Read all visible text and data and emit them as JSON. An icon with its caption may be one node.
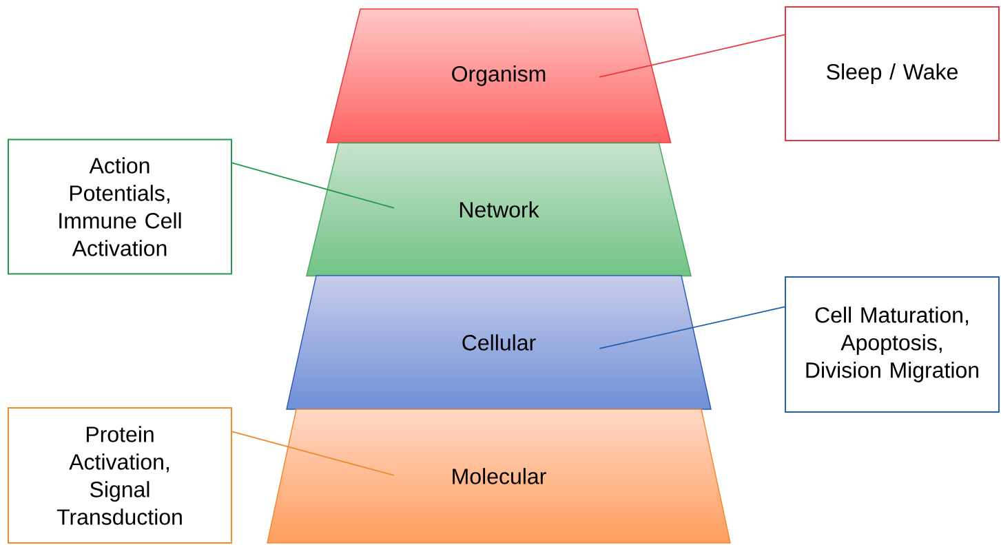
{
  "diagram": {
    "nodes": [
      {
        "text": [
          "Organism"
        ]
      },
      {
        "text": [
          "Sleep / Wake"
        ]
      },
      {
        "text": [
          "Action Potentials, Immune Cell Activation"
        ]
      },
      {
        "text": [
          "Network"
        ]
      },
      {
        "text": [
          "Cellular"
        ]
      },
      {
        "text": [
          "Cell Maturation, Apoptosis, Division Migration"
        ]
      },
      {
        "text": [
          "Protein Activation, Signal Transduction"
        ]
      },
      {
        "text": [
          "Molecular"
        ]
      }
    ],
    "edges": [
      {
        "from": 1,
        "to": 0,
        "arrow": "none",
        "color": "#e8383d"
      },
      {
        "from": 2,
        "to": 3,
        "arrow": "none",
        "color": "#1f9a4a"
      },
      {
        "from": 5,
        "to": 4,
        "arrow": "none",
        "color": "#1f5fb0"
      },
      {
        "from": 6,
        "to": 7,
        "arrow": "none",
        "color": "#f08a30"
      }
    ]
  }
}
